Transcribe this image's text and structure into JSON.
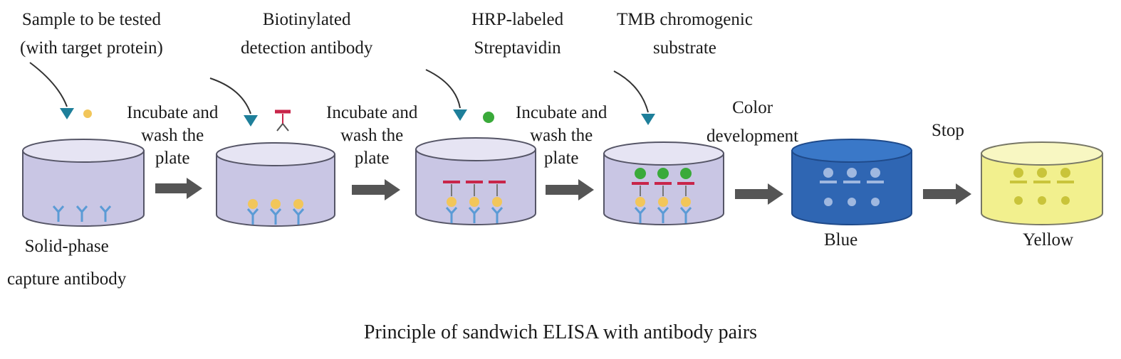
{
  "labels": {
    "sample": [
      "Sample to be tested",
      "(with target protein)"
    ],
    "biotin": [
      "Biotinylated",
      "detection antibody"
    ],
    "hrp": [
      "HRP-labeled",
      "Streptavidin"
    ],
    "tmb": [
      "TMB chromogenic",
      "substrate"
    ],
    "step1": [
      "Incubate and",
      "wash the",
      "plate"
    ],
    "step2": [
      "Incubate and",
      "wash the",
      "plate"
    ],
    "step3": [
      "Incubate and",
      "wash the",
      "plate"
    ],
    "color": [
      "Color",
      "development"
    ],
    "stop": "Stop",
    "capture": [
      "Solid-phase",
      "capture antibody"
    ],
    "blue": "Blue",
    "yellow": "Yellow"
  },
  "caption": "Principle of sandwich ELISA with antibody pairs",
  "colors": {
    "well": "#c9c6e4",
    "well_top": "#e6e4f3",
    "well_stroke": "#555566",
    "antibody": "#5b9bd5",
    "antigen": "#f2c65a",
    "biotin_bar": "#c8254a",
    "streptavidin": "#3aaa3a",
    "arrow": "#555555",
    "pointer": "#1e7f9a",
    "blue_well": "#2f66b3",
    "yellow_well": "#f2f08e"
  }
}
